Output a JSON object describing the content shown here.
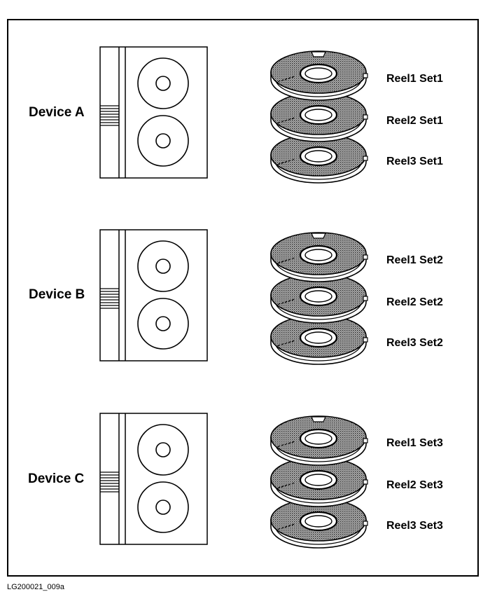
{
  "groups": [
    {
      "device_label": "Device A",
      "reels": [
        "Reel1 Set1",
        "Reel2 Set1",
        "Reel3 Set1"
      ]
    },
    {
      "device_label": "Device B",
      "reels": [
        "Reel1 Set2",
        "Reel2 Set2",
        "Reel3 Set2"
      ]
    },
    {
      "device_label": "Device C",
      "reels": [
        "Reel1 Set3",
        "Reel2 Set3",
        "Reel3 Set3"
      ]
    }
  ],
  "figure_id": "LG200021_009a",
  "colors": {
    "line": "#000000",
    "reel_fill": "#8a8a8a",
    "background": "#ffffff"
  },
  "icons": {
    "device": "tape-drive-icon",
    "reel": "tape-reel-icon"
  }
}
